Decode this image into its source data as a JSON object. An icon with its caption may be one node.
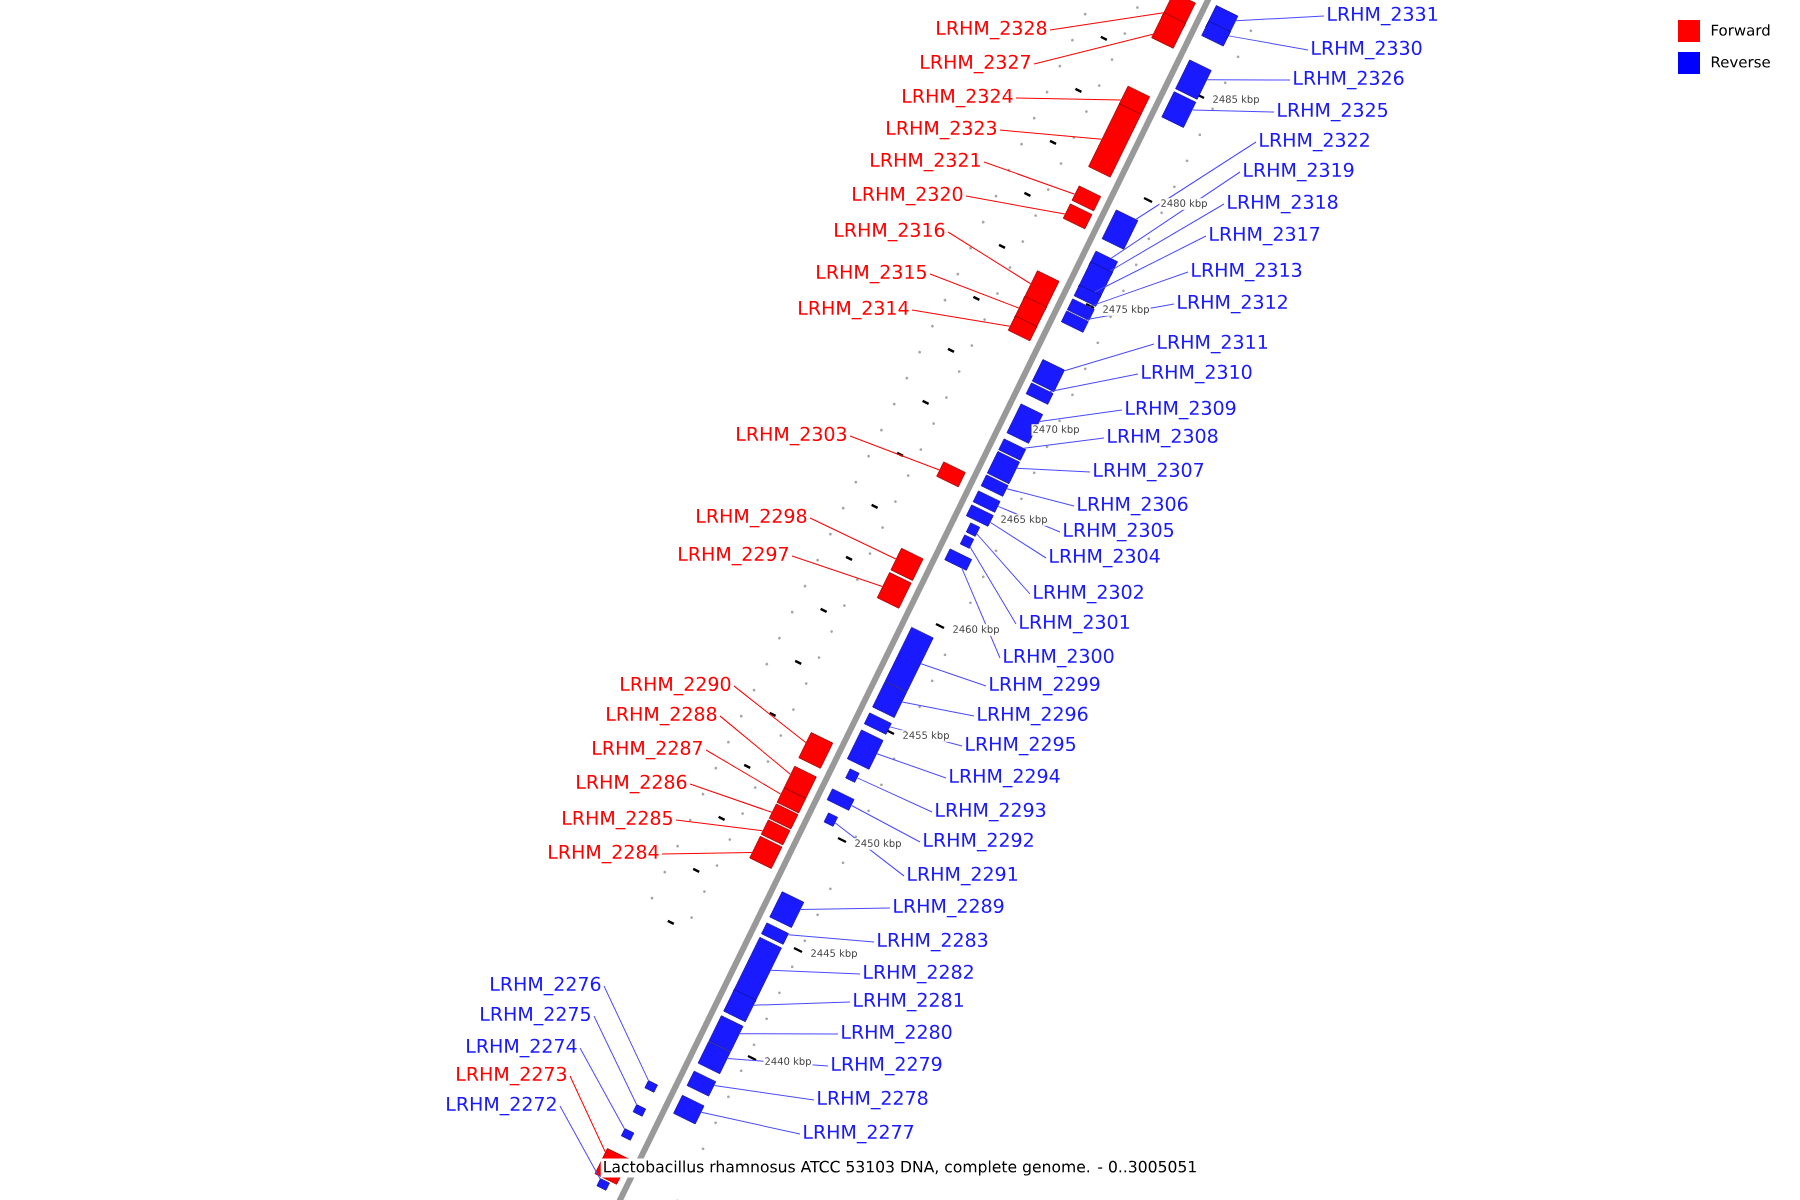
{
  "diagram": {
    "caption": "Lactobacillus rhamnosus ATCC 53103 DNA, complete genome. - 0..3005051",
    "nodes": [
      {
        "text": [
          "LRHM_2331"
        ]
      },
      {
        "text": [],
        "shape": "box"
      },
      {
        "text": [
          "LRHM_2330"
        ]
      },
      {
        "text": [],
        "shape": "box"
      },
      {
        "text": [
          "LRHM_2328"
        ]
      },
      {
        "text": [],
        "shape": "box"
      },
      {
        "text": [
          "LRHM_2327"
        ]
      },
      {
        "text": [],
        "shape": "box"
      },
      {
        "text": [
          "LRHM_2326"
        ]
      },
      {
        "text": [],
        "shape": "box"
      },
      {
        "text": [
          "LRHM_2325"
        ]
      },
      {
        "text": [],
        "shape": "box"
      },
      {
        "text": [
          "LRHM_2324"
        ]
      },
      {
        "text": [],
        "shape": "box"
      },
      {
        "text": [
          "LRHM_2323"
        ]
      },
      {
        "text": [],
        "shape": "box"
      },
      {
        "text": [
          "LRHM_2322"
        ]
      },
      {
        "text": [],
        "shape": "box"
      },
      {
        "text": [
          "LRHM_2321"
        ]
      },
      {
        "text": [],
        "shape": "box"
      },
      {
        "text": [
          "LRHM_2320"
        ]
      },
      {
        "text": [],
        "shape": "box"
      },
      {
        "text": [
          "LRHM_2319"
        ]
      },
      {
        "text": [],
        "shape": "box"
      },
      {
        "text": [
          "LRHM_2318"
        ]
      },
      {
        "text": [],
        "shape": "box"
      },
      {
        "text": [
          "LRHM_2317"
        ]
      },
      {
        "text": [],
        "shape": "box"
      },
      {
        "text": [
          "LRHM_2316"
        ]
      },
      {
        "text": [],
        "shape": "box"
      },
      {
        "text": [
          "LRHM_2315"
        ]
      },
      {
        "text": [],
        "shape": "box"
      },
      {
        "text": [
          "LRHM_2314"
        ]
      },
      {
        "text": [],
        "shape": "box"
      },
      {
        "text": [
          "LRHM_2313"
        ]
      },
      {
        "text": [],
        "shape": "box"
      },
      {
        "text": [
          "LRHM_2312"
        ]
      },
      {
        "text": [],
        "shape": "box"
      },
      {
        "text": [
          "LRHM_2311"
        ]
      },
      {
        "text": [],
        "shape": "box"
      },
      {
        "text": [
          "LRHM_2310"
        ]
      },
      {
        "text": [],
        "shape": "box"
      },
      {
        "text": [
          "LRHM_2309"
        ]
      },
      {
        "text": [],
        "shape": "box"
      },
      {
        "text": [
          "LRHM_2308"
        ]
      },
      {
        "text": [],
        "shape": "box"
      },
      {
        "text": [
          "LRHM_2307"
        ]
      },
      {
        "text": [],
        "shape": "box"
      },
      {
        "text": [
          "LRHM_2306"
        ]
      },
      {
        "text": [],
        "shape": "box"
      },
      {
        "text": [
          "LRHM_2305"
        ]
      },
      {
        "text": [],
        "shape": "box"
      },
      {
        "text": [
          "LRHM_2304"
        ]
      },
      {
        "text": [],
        "shape": "box"
      },
      {
        "text": [
          "LRHM_2303"
        ]
      },
      {
        "text": [],
        "shape": "box"
      },
      {
        "text": [
          "LRHM_2302"
        ]
      },
      {
        "text": [],
        "shape": "box"
      },
      {
        "text": [
          "LRHM_2301"
        ]
      },
      {
        "text": [],
        "shape": "box"
      },
      {
        "text": [
          "LRHM_2300"
        ]
      },
      {
        "text": [],
        "shape": "box"
      },
      {
        "text": [
          "LRHM_2299"
        ]
      },
      {
        "text": [],
        "shape": "box"
      },
      {
        "text": [
          "LRHM_2298"
        ]
      },
      {
        "text": [],
        "shape": "box"
      },
      {
        "text": [
          "LRHM_2297"
        ]
      },
      {
        "text": [],
        "shape": "box"
      },
      {
        "text": [
          "LRHM_2296"
        ]
      },
      {
        "text": [],
        "shape": "box"
      },
      {
        "text": [
          "LRHM_2295"
        ]
      },
      {
        "text": [],
        "shape": "box"
      },
      {
        "text": [
          "LRHM_2294"
        ]
      },
      {
        "text": [],
        "shape": "box"
      },
      {
        "text": [
          "LRHM_2293"
        ]
      },
      {
        "text": [],
        "shape": "box"
      },
      {
        "text": [
          "LRHM_2292"
        ]
      },
      {
        "text": [],
        "shape": "box"
      },
      {
        "text": [
          "LRHM_2291"
        ]
      },
      {
        "text": [],
        "shape": "box"
      },
      {
        "text": [
          "LRHM_2290"
        ]
      },
      {
        "text": [],
        "shape": "box"
      },
      {
        "text": [
          "LRHM_2289"
        ]
      },
      {
        "text": [],
        "shape": "box"
      },
      {
        "text": [
          "LRHM_2288"
        ]
      },
      {
        "text": [],
        "shape": "box"
      },
      {
        "text": [
          "LRHM_2287"
        ]
      },
      {
        "text": [],
        "shape": "box"
      },
      {
        "text": [
          "LRHM_2286"
        ]
      },
      {
        "text": [],
        "shape": "box"
      },
      {
        "text": [
          "LRHM_2285"
        ]
      },
      {
        "text": [],
        "shape": "box"
      },
      {
        "text": [
          "LRHM_2284"
        ]
      },
      {
        "text": [],
        "shape": "box"
      },
      {
        "text": [
          "LRHM_2283"
        ]
      },
      {
        "text": [],
        "shape": "box"
      },
      {
        "text": [
          "LRHM_2282"
        ]
      },
      {
        "text": [],
        "shape": "box"
      },
      {
        "text": [
          "LRHM_2281"
        ]
      },
      {
        "text": [],
        "shape": "box"
      },
      {
        "text": [
          "LRHM_2280"
        ]
      },
      {
        "text": [],
        "shape": "box"
      },
      {
        "text": [
          "LRHM_2279"
        ]
      },
      {
        "text": [],
        "shape": "box"
      },
      {
        "text": [
          "LRHM_2278"
        ]
      },
      {
        "text": [],
        "shape": "box"
      },
      {
        "text": [
          "LRHM_2277"
        ]
      },
      {
        "text": [],
        "shape": "box"
      },
      {
        "text": [
          "LRHM_2276"
        ]
      },
      {
        "text": [],
        "shape": "box"
      },
      {
        "text": [
          "LRHM_2275"
        ]
      },
      {
        "text": [],
        "shape": "box"
      },
      {
        "text": [
          "LRHM_2274"
        ]
      },
      {
        "text": [],
        "shape": "box"
      },
      {
        "text": [
          "LRHM_2273"
        ]
      },
      {
        "text": [],
        "shape": "box"
      },
      {
        "text": [
          "LRHM_2272"
        ]
      },
      {
        "text": [],
        "shape": "box"
      }
    ],
    "edges": [
      {
        "from": 0,
        "to": 1,
        "arrow": "none"
      },
      {
        "from": 2,
        "to": 3,
        "arrow": "none"
      },
      {
        "from": 4,
        "to": 5,
        "arrow": "none",
        "color": "#ff0000"
      },
      {
        "from": 6,
        "to": 7,
        "arrow": "none",
        "color": "#ff0000"
      },
      {
        "from": 8,
        "to": 9,
        "arrow": "none"
      },
      {
        "from": 10,
        "to": 11,
        "arrow": "none"
      },
      {
        "from": 12,
        "to": 13,
        "arrow": "none",
        "color": "#ff0000"
      },
      {
        "from": 14,
        "to": 15,
        "arrow": "none",
        "color": "#ff0000"
      },
      {
        "from": 16,
        "to": 17,
        "arrow": "none"
      },
      {
        "from": 18,
        "to": 19,
        "arrow": "none",
        "color": "#ff0000"
      },
      {
        "from": 20,
        "to": 21,
        "arrow": "none",
        "color": "#ff0000"
      },
      {
        "from": 22,
        "to": 23,
        "arrow": "none"
      },
      {
        "from": 24,
        "to": 25,
        "arrow": "none"
      },
      {
        "from": 26,
        "to": 27,
        "arrow": "none"
      },
      {
        "from": 28,
        "to": 29,
        "arrow": "none",
        "color": "#ff0000"
      },
      {
        "from": 30,
        "to": 31,
        "arrow": "none",
        "color": "#ff0000"
      },
      {
        "from": 32,
        "to": 33,
        "arrow": "none",
        "color": "#ff0000"
      },
      {
        "from": 34,
        "to": 35,
        "arrow": "none"
      },
      {
        "from": 36,
        "to": 37,
        "arrow": "none"
      },
      {
        "from": 38,
        "to": 39,
        "arrow": "none"
      },
      {
        "from": 40,
        "to": 41,
        "arrow": "none"
      },
      {
        "from": 42,
        "to": 43,
        "arrow": "none"
      },
      {
        "from": 44,
        "to": 45,
        "arrow": "none"
      },
      {
        "from": 46,
        "to": 47,
        "arrow": "none"
      },
      {
        "from": 48,
        "to": 49,
        "arrow": "none"
      },
      {
        "from": 50,
        "to": 51,
        "arrow": "none"
      },
      {
        "from": 52,
        "to": 53,
        "arrow": "none"
      },
      {
        "from": 54,
        "to": 55,
        "arrow": "none",
        "color": "#ff0000"
      },
      {
        "from": 56,
        "to": 57,
        "arrow": "none"
      },
      {
        "from": 58,
        "to": 59,
        "arrow": "none"
      },
      {
        "from": 60,
        "to": 61,
        "arrow": "none"
      },
      {
        "from": 62,
        "to": 63,
        "arrow": "none"
      },
      {
        "from": 64,
        "to": 65,
        "arrow": "none",
        "color": "#ff0000"
      },
      {
        "from": 66,
        "to": 67,
        "arrow": "none",
        "color": "#ff0000"
      },
      {
        "from": 68,
        "to": 69,
        "arrow": "none"
      },
      {
        "from": 70,
        "to": 71,
        "arrow": "none"
      },
      {
        "from": 72,
        "to": 73,
        "arrow": "none"
      },
      {
        "from": 74,
        "to": 75,
        "arrow": "none"
      },
      {
        "from": 76,
        "to": 77,
        "arrow": "none"
      },
      {
        "from": 78,
        "to": 79,
        "arrow": "none"
      },
      {
        "from": 80,
        "to": 81,
        "arrow": "none",
        "color": "#ff0000"
      },
      {
        "from": 82,
        "to": 83,
        "arrow": "none"
      },
      {
        "from": 84,
        "to": 85,
        "arrow": "none",
        "color": "#ff0000"
      },
      {
        "from": 86,
        "to": 87,
        "arrow": "none",
        "color": "#ff0000"
      },
      {
        "from": 88,
        "to": 89,
        "arrow": "none",
        "color": "#ff0000"
      },
      {
        "from": 90,
        "to": 91,
        "arrow": "none",
        "color": "#ff0000"
      },
      {
        "from": 92,
        "to": 93,
        "arrow": "none",
        "color": "#ff0000"
      },
      {
        "from": 94,
        "to": 95,
        "arrow": "none"
      },
      {
        "from": 96,
        "to": 97,
        "arrow": "none"
      },
      {
        "from": 98,
        "to": 99,
        "arrow": "none"
      },
      {
        "from": 100,
        "to": 101,
        "arrow": "none"
      },
      {
        "from": 102,
        "to": 103,
        "arrow": "none"
      },
      {
        "from": 104,
        "to": 105,
        "arrow": "none"
      },
      {
        "from": 106,
        "to": 107,
        "arrow": "none"
      },
      {
        "from": 108,
        "to": 109,
        "arrow": "none"
      },
      {
        "from": 110,
        "to": 111,
        "arrow": "none"
      },
      {
        "from": 112,
        "to": 113,
        "arrow": "none"
      },
      {
        "from": 114,
        "to": 115,
        "arrow": "none",
        "color": "#ff0000"
      },
      {
        "from": 116,
        "to": 117,
        "arrow": "none"
      }
    ],
    "labels": [
      "2485 kbp",
      "2480 kbp",
      "2475 kbp",
      "2470 kbp",
      "2465 kbp",
      "2460 kbp",
      "2455 kbp",
      "2450 kbp",
      "2445 kbp",
      "2440 kbp"
    ],
    "legend": [
      {
        "text": "Forward",
        "color": "#ff0000"
      },
      {
        "text": "Reverse",
        "color": "#0000ff"
      }
    ]
  }
}
